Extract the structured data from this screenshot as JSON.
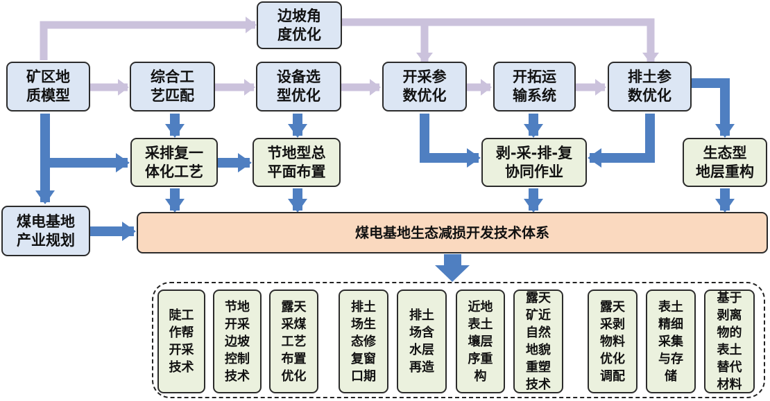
{
  "nodes": {
    "slope_angle": "边坡角\n度优化",
    "geo_model": "矿区地\n质模型",
    "process_match": "综合工\n艺匹配",
    "equip_select": "设备选\n型优化",
    "mining_params": "开采参\n数优化",
    "transport": "开拓运\n输系统",
    "dump_params": "排土参\n数优化",
    "integrated_proc": "采排复一\n体化工艺",
    "land_saving": "节地型总\n平面布置",
    "coop_work": "剥-采-排-复\n协同作业",
    "eco_strata": "生态型\n地层重构",
    "base_planning": "煤电基地\n产业规划",
    "main_system": "煤电基地生态减损开发技术体系"
  },
  "techs": [
    "陡工\n作帮\n开采\n技术",
    "节地\n开采\n边坡\n控制\n技术",
    "露天\n采煤\n工艺\n布置\n优化",
    "排土\n场生\n态修\n复窗\n口期",
    "排土\n场含\n水层\n再造",
    "近地\n表土\n壤层\n序重\n构",
    "露天\n矿近\n自然\n地貌\n重塑\n技术",
    "露天\n采剥\n物料\n优化\n调配",
    "表土\n精细\n采集\n与存\n储",
    "基于\n剥离\n物的\n表土\n替代\n材料"
  ],
  "colors": {
    "purple_arrow": "#cbc2dc",
    "blue_arrow": "#4f7fc1",
    "node_blue": "#dce6f4",
    "node_green": "#ebf1de",
    "node_peach": "#fad9bf"
  }
}
